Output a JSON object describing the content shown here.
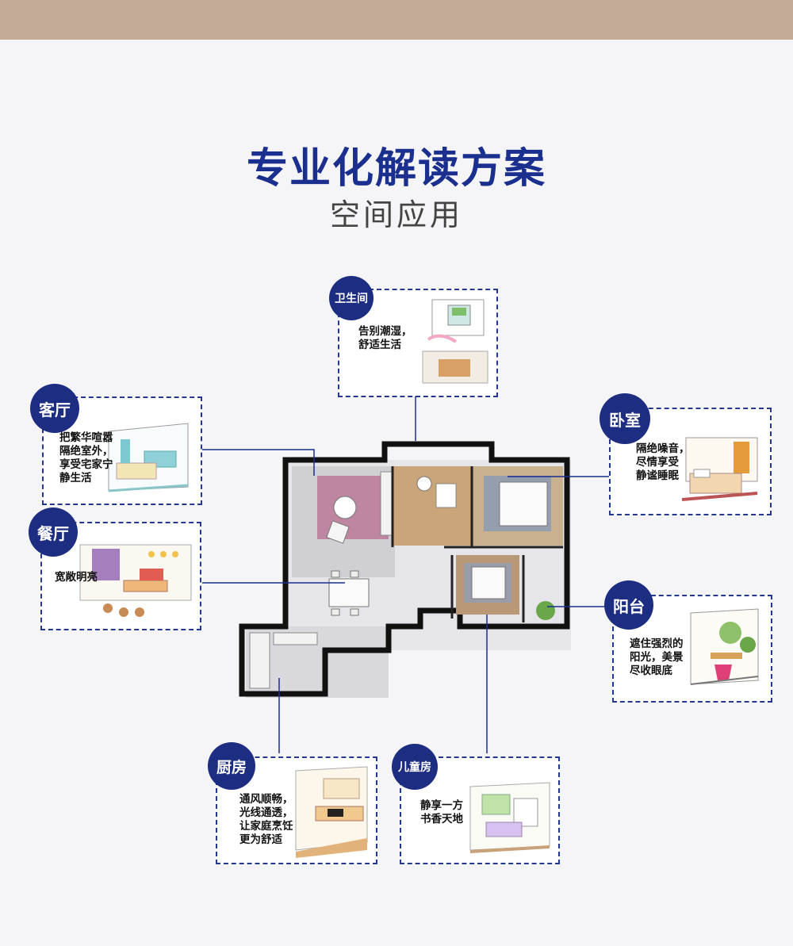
{
  "header": {
    "title": "专业化解读方案",
    "subtitle": "空间应用"
  },
  "colors": {
    "top_bar": "#c4ab98",
    "navy": "#1a2f8e",
    "badge": "#1d2d82",
    "dashed_border": "#24388f"
  },
  "rooms": [
    {
      "key": "bathroom",
      "label": "卫生间",
      "desc": "告别潮湿，\n舒适生活"
    },
    {
      "key": "living",
      "label": "客厅",
      "desc": "把繁华喧嚣\n隔绝室外，\n享受宅家宁\n静生活"
    },
    {
      "key": "bedroom",
      "label": "卧室",
      "desc": "隔绝噪音，\n尽情享受\n静谧睡眠"
    },
    {
      "key": "dining",
      "label": "餐厅",
      "desc": "宽敞明亮"
    },
    {
      "key": "balcony",
      "label": "阳台",
      "desc": "遮住强烈的\n阳光，美景\n尽收眼底"
    },
    {
      "key": "kitchen",
      "label": "厨房",
      "desc": "通风顺畅，\n光线通透，\n让家庭烹饪\n更为舒适"
    },
    {
      "key": "kids",
      "label": "儿童房",
      "desc": "静享一方\n书香天地"
    }
  ]
}
